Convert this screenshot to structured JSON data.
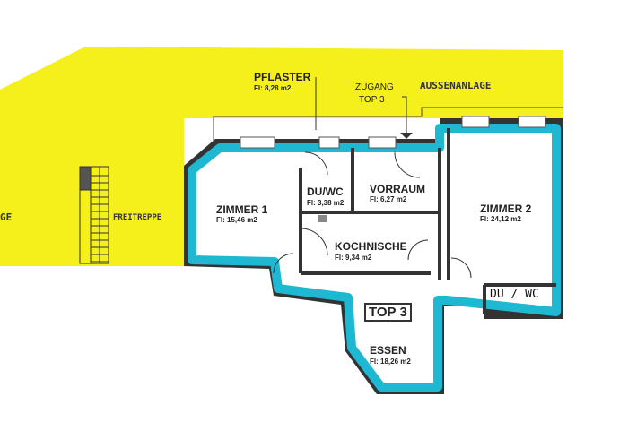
{
  "colors": {
    "yard": "#f5ef1c",
    "rooms_outline": "#1fb8d3",
    "wall": "#333333"
  },
  "outside": {
    "pflaster": {
      "name": "PFLASTER",
      "area": "Fl: 8,28 m2"
    },
    "zugang": {
      "line1": "ZUGANG",
      "line2": "TOP 3"
    },
    "aussenanlage": "AUSSENANLAGE",
    "aussenanlage_left_fragment": "GE",
    "freitreppe": "FREITREPPE"
  },
  "unit_label": "TOP 3",
  "rooms": [
    {
      "name": "ZIMMER 1",
      "area": "Fl: 15,46 m2"
    },
    {
      "name": "DU/WC",
      "area": "Fl: 3,38 m2"
    },
    {
      "name": "VORRAUM",
      "area": "Fl: 6,27 m2"
    },
    {
      "name": "ZIMMER 2",
      "area": "Fl: 24,12 m2"
    },
    {
      "name": "KOCHNISCHE",
      "area": "Fl: 9,34 m2"
    },
    {
      "name": "ESSEN",
      "area": "Fl: 18,26 m2"
    }
  ],
  "handwritten_room": "DU / WC"
}
